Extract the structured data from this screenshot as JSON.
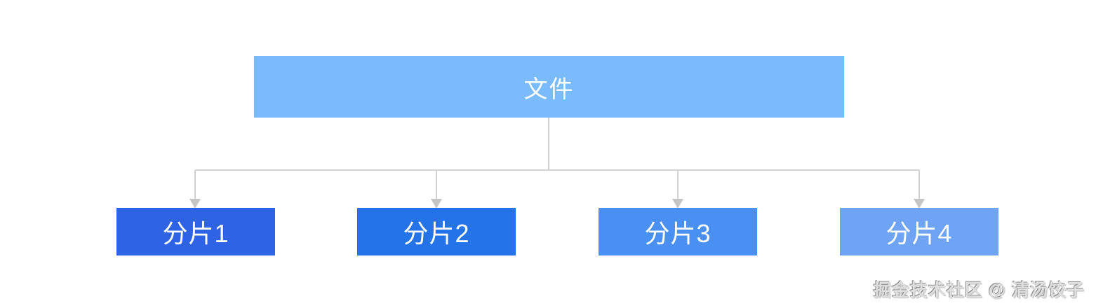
{
  "diagram": {
    "root": {
      "label": "文件",
      "color": "#7abcfb"
    },
    "children": [
      {
        "label": "分片1",
        "color": "#2e63e6"
      },
      {
        "label": "分片2",
        "color": "#2573e8"
      },
      {
        "label": "分片3",
        "color": "#4a90f3"
      },
      {
        "label": "分片4",
        "color": "#6fa3f3"
      }
    ],
    "node_text_color": "#ffffff",
    "connector_color": "#d2d2d2",
    "arrow_color": "#c5c5c5"
  },
  "watermark": {
    "text": "掘金技术社区 @ 清汤饺子"
  }
}
